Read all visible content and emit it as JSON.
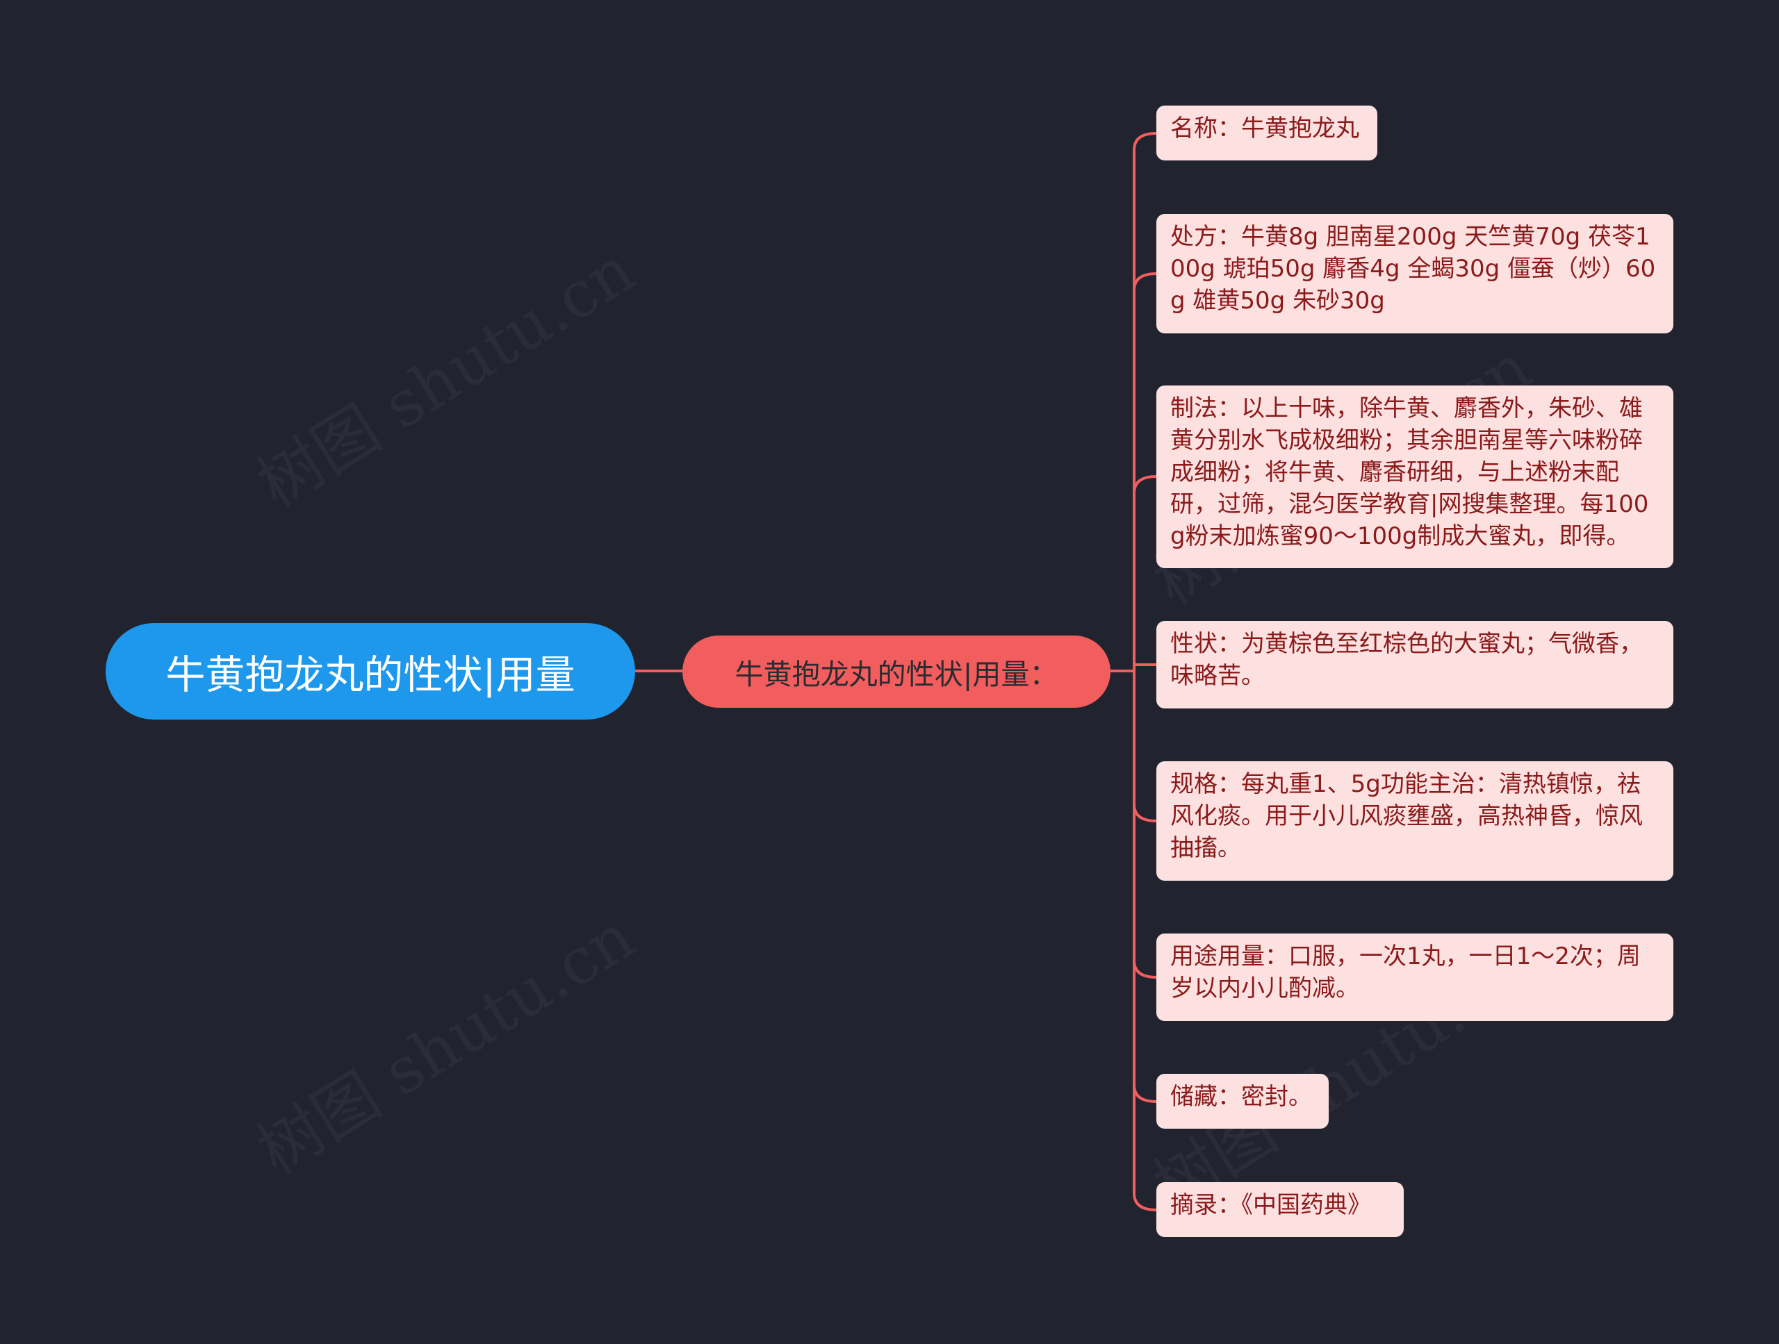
{
  "root": {
    "label": "牛黄抱龙丸的性状|用量"
  },
  "branch": {
    "label": "牛黄抱龙丸的性状|用量："
  },
  "leaves": [
    {
      "label": "名称：牛黄抱龙丸"
    },
    {
      "label": "处方：牛黄8g 胆南星200g 天竺黄70g 茯苓100g 琥珀50g 麝香4g 全蝎30g 僵蚕（炒）60g 雄黄50g 朱砂30g"
    },
    {
      "label": "制法：以上十味，除牛黄、麝香外，朱砂、雄黄分别水飞成极细粉；其余胆南星等六味粉碎成细粉；将牛黄、麝香研细，与上述粉末配研，过筛，混匀医学教育|网搜集整理。每100g粉末加炼蜜90～100g制成大蜜丸，即得。"
    },
    {
      "label": "性状：为黄棕色至红棕色的大蜜丸；气微香，味略苦。"
    },
    {
      "label": "规格：每丸重1、5g功能主治：清热镇惊，祛风化痰。用于小儿风痰壅盛，高热神昏，惊风抽搐。"
    },
    {
      "label": "用途用量：口服，一次1丸，一日1～2次；周岁以内小儿酌减。"
    },
    {
      "label": "储藏：密封。"
    },
    {
      "label": "摘录：《中国药典》"
    }
  ],
  "watermark": {
    "text": "树图 shutu.cn"
  },
  "colors": {
    "background": "#21232f",
    "root_fill": "#1d98ec",
    "branch_fill": "#f25e5e",
    "leaf_fill": "#fde1e1",
    "leaf_text": "#8b1a1a",
    "connector": "#f25e5e"
  }
}
